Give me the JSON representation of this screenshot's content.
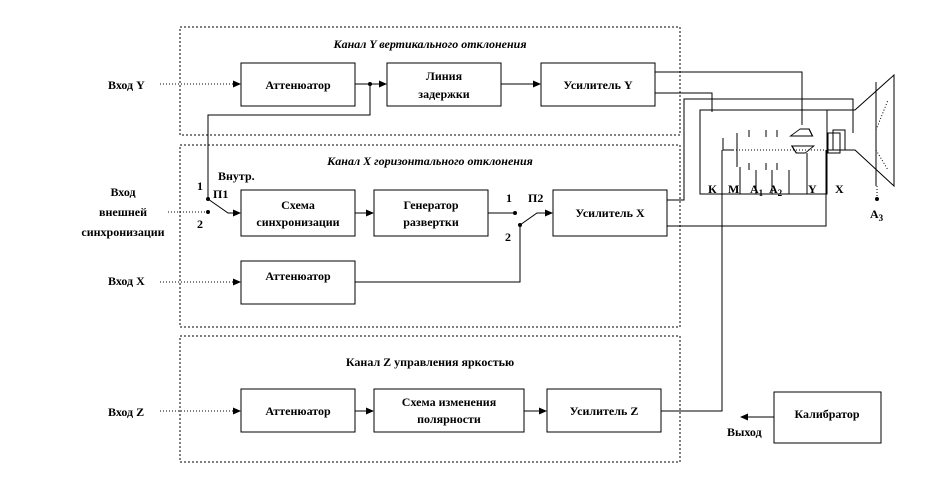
{
  "channels": {
    "y_title": "Канал Y вертикального отклонения",
    "x_title": "Канал X горизонтального отклонения",
    "z_title": "Канал Z управления яркостью"
  },
  "inputs": {
    "y": "Вход  Y",
    "ext_sync": [
      "Вход",
      "внешней",
      "синхронизации"
    ],
    "x": "Вход  X",
    "z": "Вход  Z"
  },
  "blocks": {
    "atten_y": "Аттенюатор",
    "delay_line": [
      "Линия",
      "задержки"
    ],
    "amp_y": "Усилитель Y",
    "sync": [
      "Схема",
      "синхронизации"
    ],
    "sweep": [
      "Генератор",
      "развертки"
    ],
    "amp_x": "Усилитель X",
    "atten_x": "Аттенюатор",
    "atten_z": "Аттенюатор",
    "polarity": [
      "Схема изменения",
      "полярности"
    ],
    "amp_z": "Усилитель Z",
    "calibrator": "Калибратор"
  },
  "switches": {
    "p1": "П1",
    "p1_internal": "Внутр.",
    "p2": "П2",
    "pos1": "1",
    "pos2": "2"
  },
  "crt": {
    "k": "К",
    "m": "М",
    "a1": "A",
    "a1_sub": "1",
    "a2": "A",
    "a2_sub": "2",
    "y": "Y",
    "x": "X",
    "a3": "A",
    "a3_sub": "3"
  },
  "output": "Выход"
}
